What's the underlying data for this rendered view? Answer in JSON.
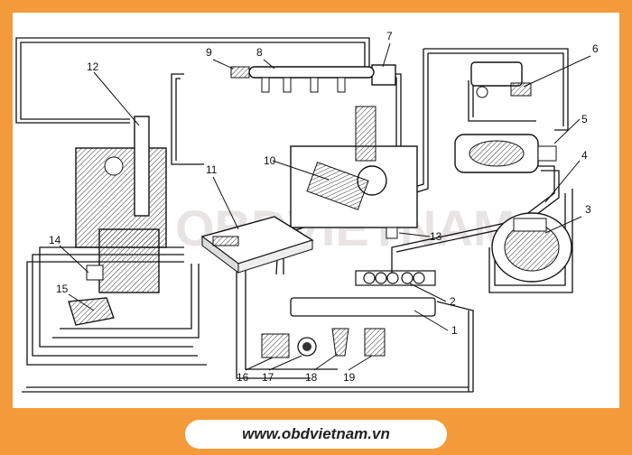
{
  "footer": {
    "url": "www.obdvietnam.vn"
  },
  "watermark": {
    "text": "OBDVIETNAM"
  },
  "callouts": [
    "1",
    "2",
    "3",
    "4",
    "5",
    "6",
    "7",
    "8",
    "9",
    "10",
    "11",
    "12",
    "13",
    "14",
    "15",
    "16",
    "17",
    "18",
    "19"
  ],
  "colors": {
    "frame": "#f39a3a",
    "line": "#111111",
    "paper": "#ffffff"
  }
}
